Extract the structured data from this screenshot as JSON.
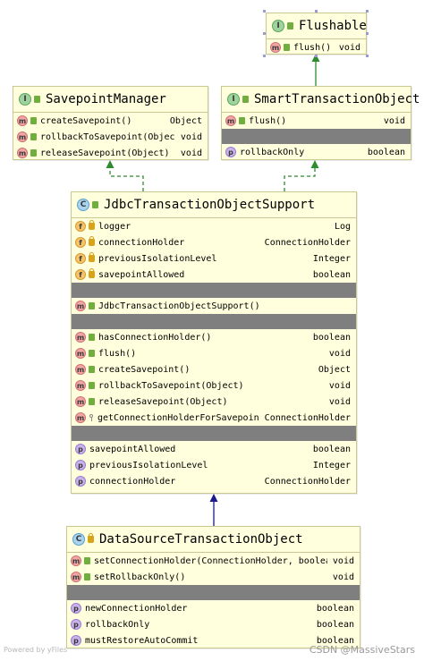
{
  "colors": {
    "box_fill": "#ffffdd",
    "box_border": "#c8c890",
    "extends_arrow": "#1a1a8c",
    "implements_arrow": "#2e8b2e",
    "separator_bar": "#7f7f7f"
  },
  "classes": {
    "flushable": {
      "kind": "interface",
      "name": "Flushable",
      "methods": [
        {
          "name": "flush()",
          "type": "void",
          "icon": "m",
          "vis": "pub"
        }
      ]
    },
    "savepoint_manager": {
      "kind": "interface",
      "name": "SavepointManager",
      "methods": [
        {
          "name": "createSavepoint()",
          "type": "Object",
          "icon": "m",
          "vis": "pub"
        },
        {
          "name": "rollbackToSavepoint(Object)",
          "type": "void",
          "icon": "m",
          "vis": "pub"
        },
        {
          "name": "releaseSavepoint(Object)",
          "type": "void",
          "icon": "m",
          "vis": "pub"
        }
      ]
    },
    "smart_transaction_object": {
      "kind": "interface",
      "name": "SmartTransactionObject",
      "methods": [
        {
          "name": "flush()",
          "type": "void",
          "icon": "m",
          "vis": "pub"
        }
      ],
      "properties": [
        {
          "name": "rollbackOnly",
          "type": "boolean",
          "icon": "p",
          "vis": "none"
        }
      ]
    },
    "jdbc_support": {
      "kind": "abstract class",
      "name": "JdbcTransactionObjectSupport",
      "fields": [
        {
          "name": "logger",
          "type": "Log",
          "icon": "f",
          "vis": "prv"
        },
        {
          "name": "connectionHolder",
          "type": "ConnectionHolder",
          "icon": "f",
          "vis": "prv"
        },
        {
          "name": "previousIsolationLevel",
          "type": "Integer",
          "icon": "f",
          "vis": "prv"
        },
        {
          "name": "savepointAllowed",
          "type": "boolean",
          "icon": "f",
          "vis": "prv"
        }
      ],
      "constructors": [
        {
          "name": "JdbcTransactionObjectSupport()",
          "type": "",
          "icon": "m",
          "vis": "pub"
        }
      ],
      "methods": [
        {
          "name": "hasConnectionHolder()",
          "type": "boolean",
          "icon": "m",
          "vis": "pub"
        },
        {
          "name": "flush()",
          "type": "void",
          "icon": "m",
          "vis": "pub"
        },
        {
          "name": "createSavepoint()",
          "type": "Object",
          "icon": "m",
          "vis": "pub"
        },
        {
          "name": "rollbackToSavepoint(Object)",
          "type": "void",
          "icon": "m",
          "vis": "pub"
        },
        {
          "name": "releaseSavepoint(Object)",
          "type": "void",
          "icon": "m",
          "vis": "pub"
        },
        {
          "name": "getConnectionHolderForSavepoint()",
          "type": "ConnectionHolder",
          "icon": "m",
          "vis": "pkg"
        }
      ],
      "properties": [
        {
          "name": "savepointAllowed",
          "type": "boolean",
          "icon": "p",
          "vis": "none"
        },
        {
          "name": "previousIsolationLevel",
          "type": "Integer",
          "icon": "p",
          "vis": "none"
        },
        {
          "name": "connectionHolder",
          "type": "ConnectionHolder",
          "icon": "p",
          "vis": "none"
        }
      ]
    },
    "datasource_tx": {
      "kind": "class",
      "name": "DataSourceTransactionObject",
      "methods": [
        {
          "name": "setConnectionHolder(ConnectionHolder, boolean)",
          "type": "void",
          "icon": "m",
          "vis": "pub"
        },
        {
          "name": "setRollbackOnly()",
          "type": "void",
          "icon": "m",
          "vis": "pub"
        }
      ],
      "properties": [
        {
          "name": "newConnectionHolder",
          "type": "boolean",
          "icon": "p",
          "vis": "none"
        },
        {
          "name": "rollbackOnly",
          "type": "boolean",
          "icon": "p",
          "vis": "none"
        },
        {
          "name": "mustRestoreAutoCommit",
          "type": "boolean",
          "icon": "p",
          "vis": "none"
        }
      ]
    }
  },
  "watermarks": {
    "left": "Powered by yFiles",
    "right": "CSDN @MassiveStars"
  }
}
